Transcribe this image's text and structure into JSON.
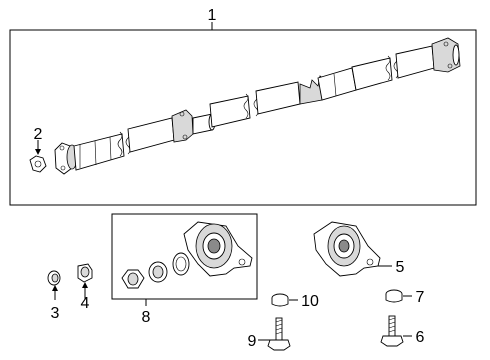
{
  "callouts": [
    {
      "id": "1",
      "label": "1"
    },
    {
      "id": "2",
      "label": "2"
    },
    {
      "id": "3",
      "label": "3"
    },
    {
      "id": "4",
      "label": "4"
    },
    {
      "id": "5",
      "label": "5"
    },
    {
      "id": "6",
      "label": "6"
    },
    {
      "id": "7",
      "label": "7"
    },
    {
      "id": "8",
      "label": "8"
    },
    {
      "id": "9",
      "label": "9"
    },
    {
      "id": "10",
      "label": "10"
    }
  ],
  "colors": {
    "line": "#000000",
    "fill": "#ffffff",
    "shade": "#d9d9d9",
    "dark": "#8a8a8a"
  }
}
